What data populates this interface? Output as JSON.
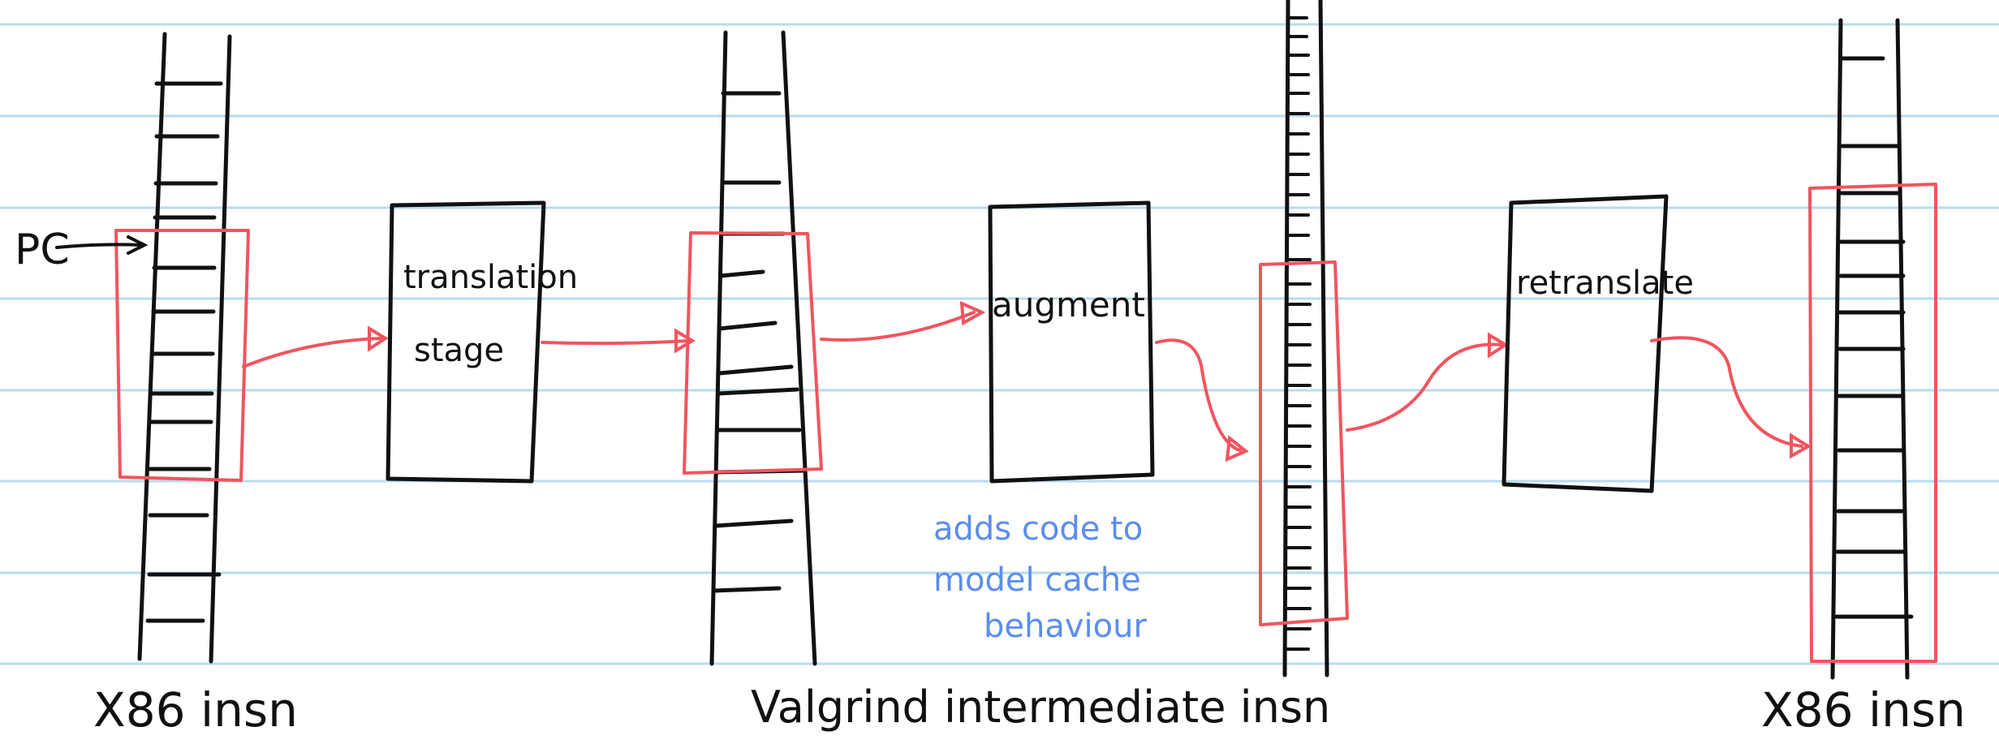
{
  "diagram": {
    "labels": {
      "pc": "PC",
      "translation_line1": "translation",
      "translation_line2": "stage",
      "augment": "augment",
      "retranslate": "retranslate",
      "note_line1": "adds code to",
      "note_line2": "model cache",
      "note_line3": "behaviour",
      "caption_left": "X86 insn",
      "caption_middle": "Valgrind intermediate insn",
      "caption_right": "X86 insn"
    },
    "colors": {
      "ruled_line": "#B9DCEB",
      "ink": "#111111",
      "highlight": "#F0555F",
      "note": "#5B8DEF",
      "background": "#FFFFFF"
    }
  }
}
